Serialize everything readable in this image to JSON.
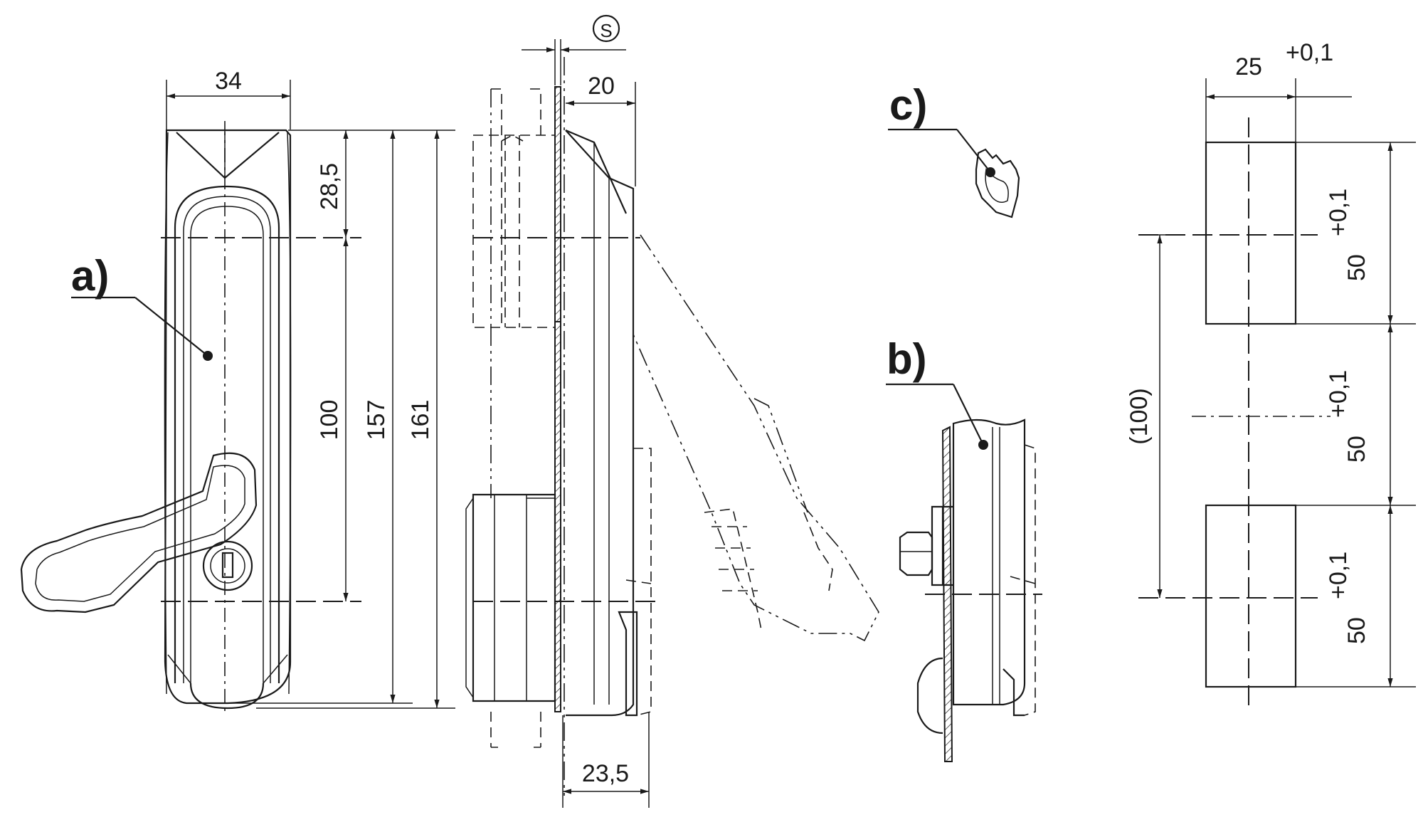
{
  "labels": {
    "a": "a)",
    "b": "b)",
    "c": "c)",
    "s": "S"
  },
  "dimensions": {
    "width_34": "34",
    "h_28_5": "28,5",
    "h_100": "100",
    "h_157": "157",
    "h_161": "161",
    "depth_20": "20",
    "depth_23_5": "23,5",
    "cutout_w": "25",
    "tol": "+0,1",
    "cutout_50_top": "50",
    "cutout_50_mid": "50",
    "cutout_50_bot": "50",
    "pitch_100": "(100)"
  }
}
